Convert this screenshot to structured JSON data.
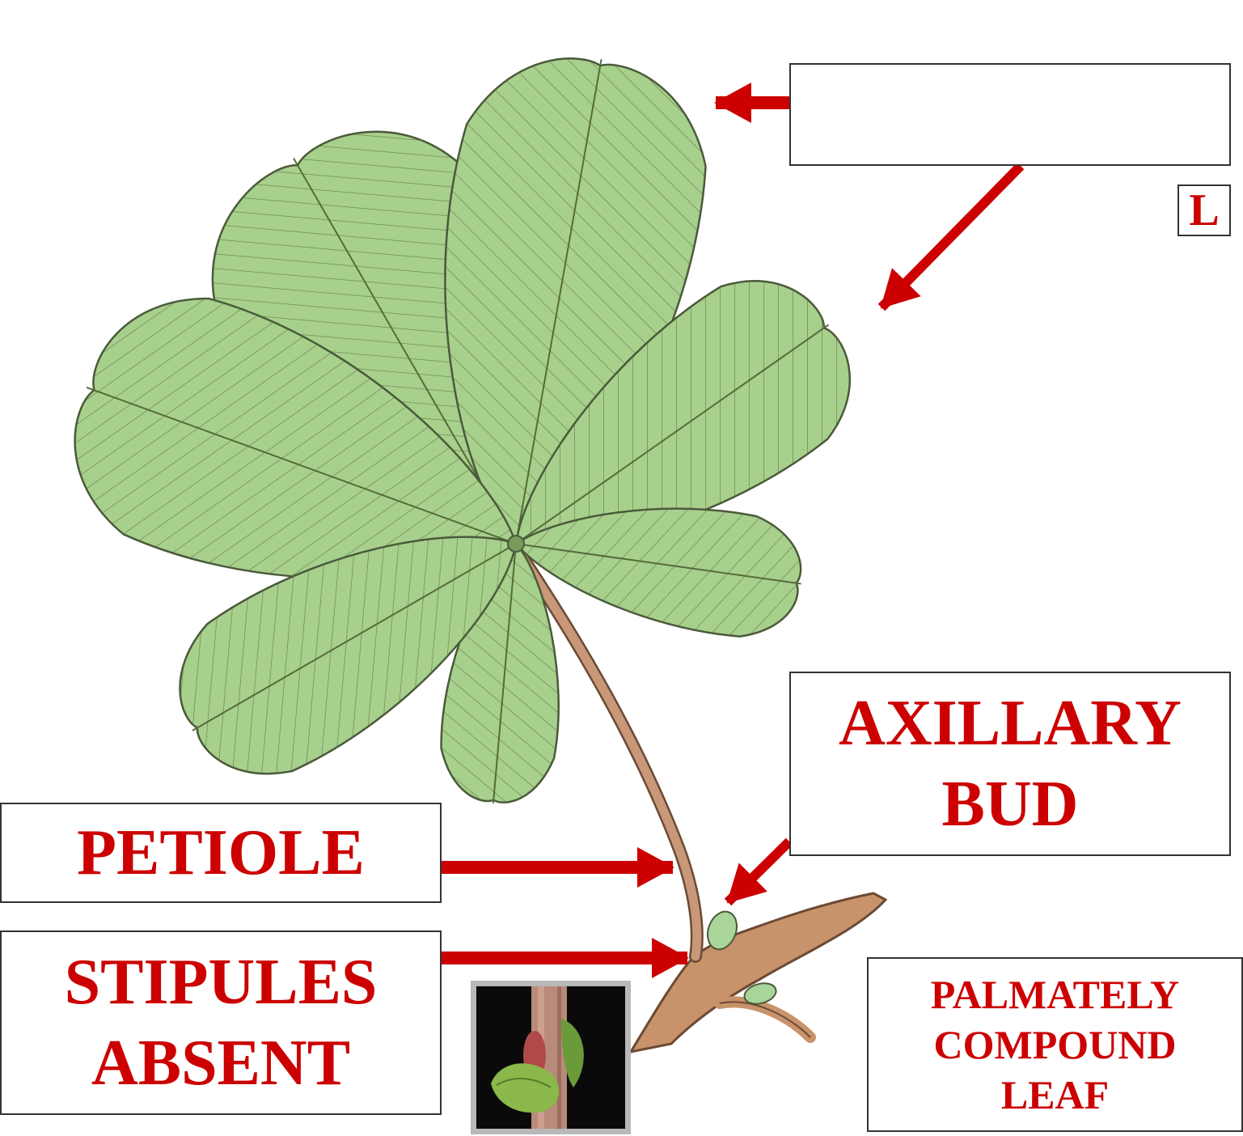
{
  "labels": {
    "leaflet_box": "",
    "corner_tag": "L",
    "axillary_line1": "AXILLARY",
    "axillary_line2": "BUD",
    "petiole": "PETIOLE",
    "stipules_line1": "STIPULES",
    "stipules_line2": "ABSENT",
    "palmate_line1": "PALMATELY",
    "palmate_line2": "COMPOUND",
    "palmate_line3": "LEAF"
  },
  "colors": {
    "label_text": "#cc0000",
    "arrow": "#cc0000",
    "leaf_fill": "#a8d08d",
    "leaf_vein": "#556b3a",
    "leaf_outline": "#4a5a3a",
    "petiole": "#c89878",
    "stem": "#c8926a",
    "bud": "#a9d49a"
  }
}
